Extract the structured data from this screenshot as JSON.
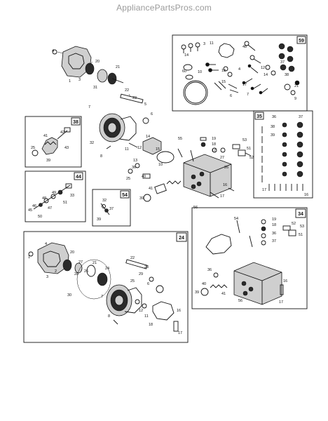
{
  "watermark": "AppliancePartsPros.com",
  "boxes": {
    "b59": "59",
    "b35": "35",
    "b38": "38",
    "b44": "44",
    "b54": "54",
    "b24": "24",
    "b34": "34"
  },
  "labels": {
    "top": [
      "4",
      "20",
      "21",
      "31",
      "3",
      "1",
      "22",
      "23",
      "5",
      "6",
      "7",
      "32",
      "8",
      "11",
      "12",
      "14",
      "13",
      "15",
      "10",
      "19",
      "18",
      "17",
      "56",
      "55",
      "53",
      "51",
      "52",
      "27",
      "26",
      "16",
      "17",
      "41",
      "40",
      "39",
      "36",
      "25"
    ],
    "b38": [
      "41",
      "42",
      "43",
      "25",
      "39"
    ],
    "b44": [
      "33",
      "48",
      "46",
      "45",
      "49",
      "51",
      "47",
      "50"
    ],
    "b54": [
      "32",
      "37",
      "39"
    ],
    "b24": [
      "4",
      "1",
      "2",
      "3",
      "20",
      "21",
      "27",
      "26",
      "28",
      "24",
      "22",
      "23",
      "6",
      "29",
      "7",
      "30",
      "25",
      "8",
      "12",
      "11",
      "16",
      "17",
      "18"
    ],
    "b34": [
      "54",
      "19",
      "18",
      "36",
      "37",
      "52",
      "53",
      "51",
      "36",
      "41",
      "39",
      "40",
      "56",
      "16",
      "17"
    ],
    "b35": [
      "36",
      "37",
      "38",
      "39",
      "17",
      "16"
    ],
    "b59": [
      "14",
      "3",
      "11",
      "48",
      "12",
      "60",
      "10",
      "13",
      "4",
      "17",
      "15",
      "14",
      "37",
      "38",
      "21",
      "6",
      "7",
      "9"
    ]
  },
  "icons": [
    "pump-assembly-diagram-icon"
  ]
}
